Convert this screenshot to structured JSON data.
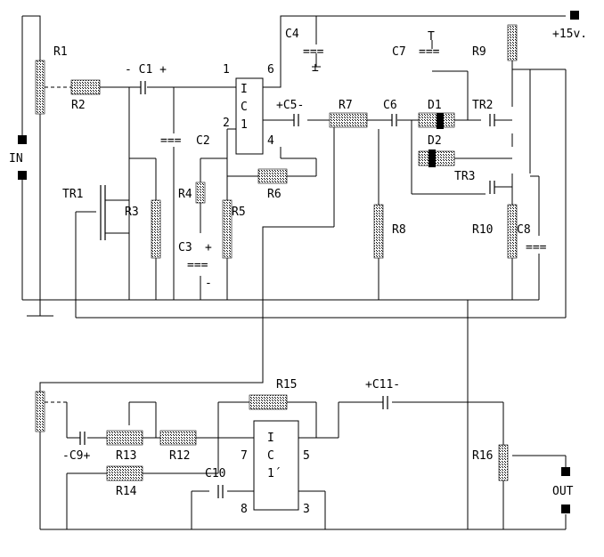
{
  "labels": {
    "R1": "R1",
    "R2": "R2",
    "C1": "- C1 +",
    "pin1": "1",
    "pin6": "6",
    "C4": "C4",
    "C7": "C7",
    "R9": "R9",
    "supply": "+15v.",
    "IC1_I": "I",
    "IC1_C": "C",
    "IC1_1": "1",
    "pin2": "2",
    "C2": "C2",
    "pin4": "4",
    "C5": "+C5-",
    "R7": "R7",
    "C6": "C6",
    "D1": "D1",
    "TR2": "TR2",
    "D2": "D2",
    "IN": "IN",
    "TR1": "TR1",
    "R3": "R3",
    "R4": "R4",
    "R5": "R5",
    "R6": "R6",
    "TR3": "TR3",
    "R8": "R8",
    "R10": "R10",
    "C8": "C8",
    "C3": "C3",
    "C3plus": "+",
    "C3minus": "-",
    "R15": "R15",
    "C11": "+C11-",
    "C9": "-C9+",
    "R13": "R13",
    "R12": "R12",
    "pin7": "7",
    "pin5": "5",
    "IC2_I": "I",
    "IC2_C": "C",
    "IC2_1": "1´",
    "R16": "R16",
    "R14": "R14",
    "C10": "C10",
    "pin8": "8",
    "pin3": "3",
    "OUT": "OUT"
  },
  "symbols": {
    "cap_plates": "===",
    "cap_tee": "⊥",
    "cap_tee_top": "T"
  }
}
